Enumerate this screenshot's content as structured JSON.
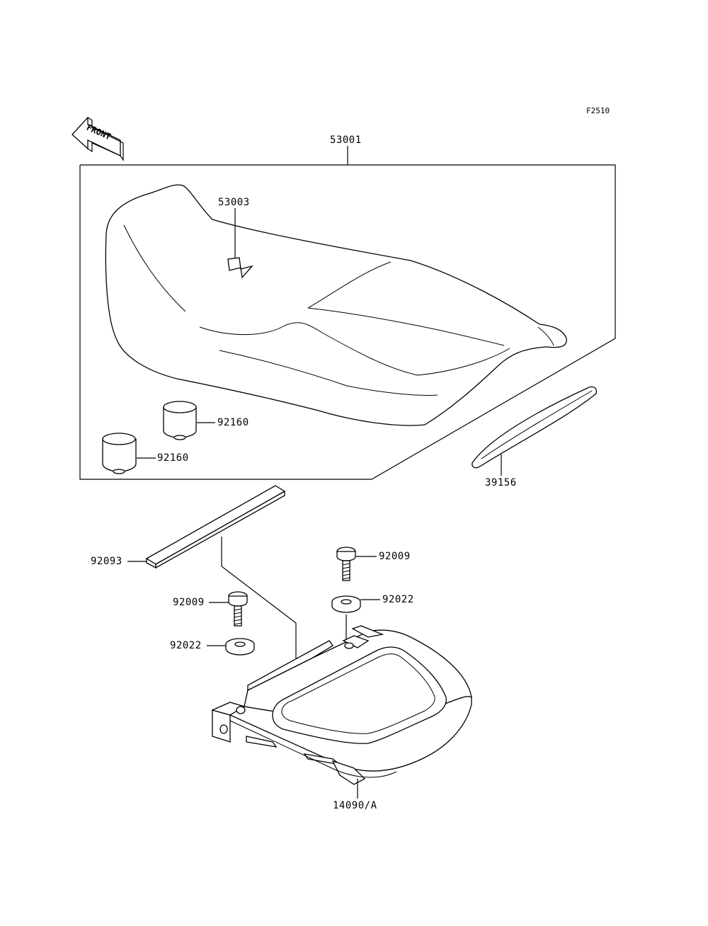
{
  "figure_code": "F2510",
  "front_arrow": {
    "text": "FRONT",
    "icon": "front-arrow-icon"
  },
  "parts": {
    "seat_assembly": "53001",
    "seat_label": "53003",
    "damper_upper": "92160",
    "damper_lower": "92160",
    "side_strip": "39156",
    "rubber_strip": "92093",
    "bolt_right": "92009",
    "washer_right": "92022",
    "bolt_left": "92009",
    "washer_left": "92022",
    "seat_base": "14090/A"
  }
}
